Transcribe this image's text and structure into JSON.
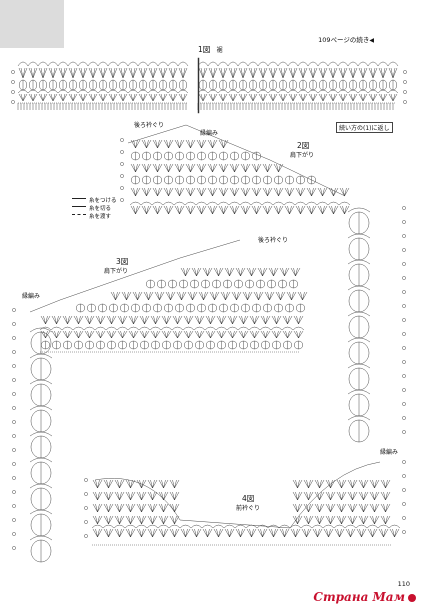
{
  "page": {
    "corner_text": "",
    "continued_note": "109ページの続き",
    "page_number": "110",
    "watermark": "Страна Мам"
  },
  "figures": {
    "fig1": {
      "title": "1図",
      "subtitle": "裾",
      "note": "続い方の(1)に返し"
    },
    "fig2": {
      "title": "2図",
      "subtitle": "肩下がり",
      "pickup": "後ろ衿ぐり",
      "edge": "縁編み"
    },
    "fig3": {
      "title": "3図",
      "subtitle": "肩下がり",
      "pickup": "後ろ衿ぐり",
      "edge": "縁編み"
    },
    "fig4": {
      "title": "4図",
      "subtitle": "前衿ぐり",
      "edge": "縁編み"
    }
  },
  "legend": [
    {
      "label": "糸をつける"
    },
    {
      "label": "糸を切る"
    },
    {
      "label": "糸を渡す"
    }
  ],
  "icons": [
    "triangle-right-icon"
  ]
}
